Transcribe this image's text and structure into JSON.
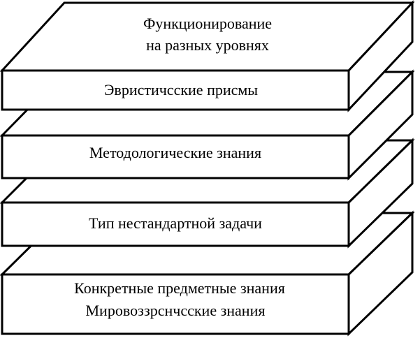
{
  "diagram": {
    "layers": [
      {
        "lines": [
          "Функционирование",
          "на разных уровнях"
        ]
      },
      {
        "lines": [
          "Эвристичсские присмы"
        ]
      },
      {
        "lines": [
          "Методологические знания"
        ]
      },
      {
        "lines": [
          "Тип нестандартной задачи"
        ]
      },
      {
        "lines": [
          "Конкретные предметные знания",
          "Мировоззрснчсские знания"
        ]
      }
    ]
  }
}
